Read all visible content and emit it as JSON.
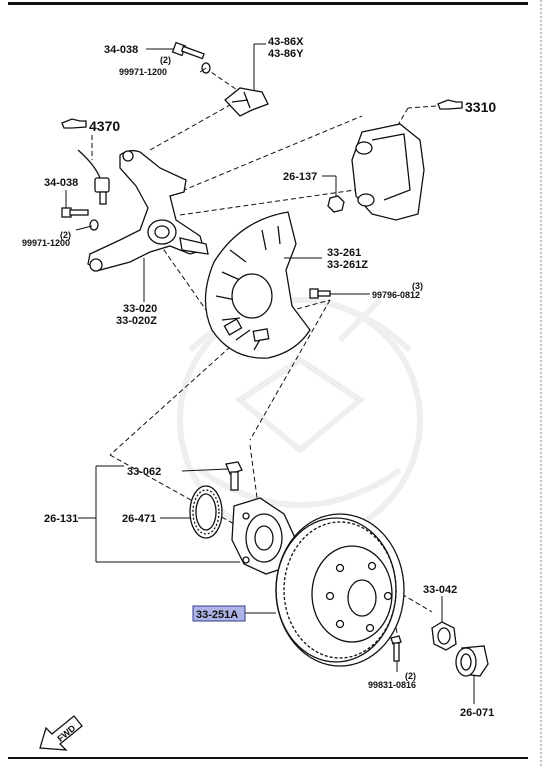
{
  "labels": {
    "bolt_top": "34-038",
    "washer_top_qty": "(2)",
    "washer_top": "99971-1200",
    "bracket_a": "43-86X",
    "bracket_b": "43-86Y",
    "ref_4370": "4370",
    "bolt_left": "34-038",
    "washer_left_qty": "(2)",
    "washer_left": "99971-1200",
    "knuckle_a": "33-020",
    "knuckle_b": "33-020Z",
    "ref_3310": "3310",
    "nut_caliper": "26-137",
    "shield_a": "33-261",
    "shield_b": "33-261Z",
    "screw_qty": "(3)",
    "screw": "99796-0812",
    "hub_bolt": "33-062",
    "group_outer": "26-131",
    "abs_ring": "26-471",
    "rotor": "33-251A",
    "hub_nut": "33-042",
    "rotor_screw_qty": "(2)",
    "rotor_screw": "99831-0816",
    "grease_cap": "26-071",
    "fwd": "FWD"
  },
  "colors": {
    "highlight_fill": "#aeb4e6",
    "highlight_border": "#333a8a",
    "line": "#111111",
    "watermark": "#e6e6e6"
  }
}
